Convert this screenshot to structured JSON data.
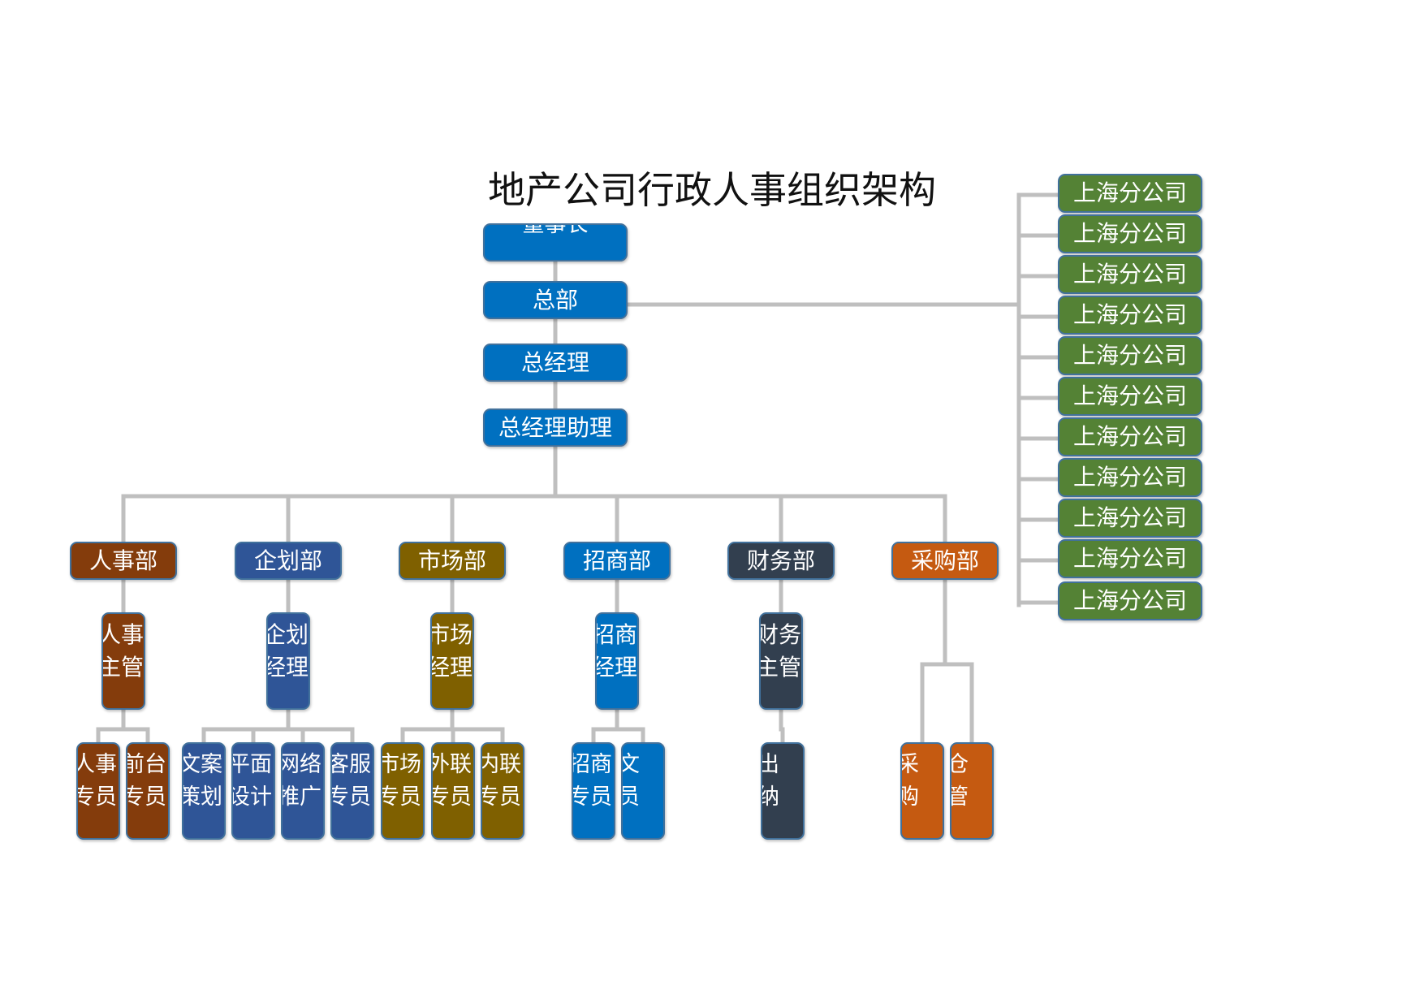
{
  "title": "地产公司行政人事组织架构",
  "colors": {
    "blue": "#0070c0",
    "brown": "#843c0c",
    "navy": "#2f5597",
    "olive": "#7f6000",
    "slate": "#323f4f",
    "orange": "#c55a11",
    "green": "#548235",
    "connector": "#bfbfbf"
  },
  "chain": {
    "chairman": "董事长",
    "hq": "总部",
    "gm": "总经理",
    "gm_assistant": "总经理助理"
  },
  "departments": [
    {
      "name": "人事部",
      "color": "#843c0c",
      "manager": "人事\n主管",
      "staff": [
        "人事\n专员",
        "前台\n专员"
      ]
    },
    {
      "name": "企划部",
      "color": "#2f5597",
      "manager": "企划\n经理",
      "staff": [
        "文案\n策划",
        "平面\n设计",
        "网络\n推广",
        "客服\n专员"
      ]
    },
    {
      "name": "市场部",
      "color": "#7f6000",
      "manager": "市场\n经理",
      "staff": [
        "市场\n专员",
        "外联\n专员",
        "内联\n专员"
      ]
    },
    {
      "name": "招商部",
      "color": "#0070c0",
      "manager": "招商\n经理",
      "staff": [
        "招商\n专员",
        "文\n员"
      ]
    },
    {
      "name": "财务部",
      "color": "#323f4f",
      "manager": "财务\n主管",
      "staff": [
        "出\n纳"
      ]
    },
    {
      "name": "采购部",
      "color": "#c55a11",
      "manager": "",
      "staff": [
        "采\n购",
        "仓\n管"
      ]
    }
  ],
  "branches": [
    "上海分公司",
    "上海分公司",
    "上海分公司",
    "上海分公司",
    "上海分公司",
    "上海分公司",
    "上海分公司",
    "上海分公司",
    "上海分公司",
    "上海分公司",
    "上海分公司"
  ]
}
